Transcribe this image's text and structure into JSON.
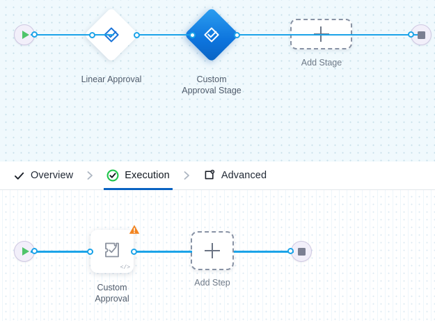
{
  "stage_canvas": {
    "name": "stage-designer-canvas",
    "background_color": "#f0f9fd",
    "accent_color": "#1ba3e8",
    "selected_color": "#0d74dd",
    "start_node": {
      "icon": "play-icon",
      "title": "Start"
    },
    "end_node": {
      "icon": "stop-icon",
      "title": "End"
    },
    "nodes": [
      {
        "id": "linear-approval",
        "label": "Linear Approval",
        "icon": "approval-diamond-icon",
        "selected": false
      },
      {
        "id": "custom-approval-stage",
        "label": "Custom\nApproval Stage",
        "icon": "approval-diamond-icon",
        "selected": true
      }
    ],
    "add_node": {
      "label": "Add Stage",
      "icon": "plus-icon"
    }
  },
  "tab_bar": {
    "tabs": [
      {
        "id": "overview",
        "label": "Overview",
        "icon": "check-icon",
        "active": false
      },
      {
        "id": "execution",
        "label": "Execution",
        "icon": "check-circle-icon",
        "active": true
      },
      {
        "id": "advanced",
        "label": "Advanced",
        "icon": "advanced-settings-icon",
        "active": false
      }
    ],
    "separator_icon": "chevron-right-icon",
    "active_underline_color": "#0a63c2"
  },
  "step_canvas": {
    "name": "step-designer-canvas",
    "background_color": "#ffffff",
    "accent_color": "#1ba3e8",
    "start_node": {
      "icon": "play-icon",
      "title": "Start"
    },
    "end_node": {
      "icon": "stop-icon",
      "title": "End"
    },
    "nodes": [
      {
        "id": "custom-approval",
        "label": "Custom\nApproval",
        "icon": "puzzle-check-icon",
        "warning_icon": "warning-triangle-icon",
        "code_badge": "</>"
      }
    ],
    "add_node": {
      "label": "Add Step",
      "icon": "plus-icon"
    }
  }
}
